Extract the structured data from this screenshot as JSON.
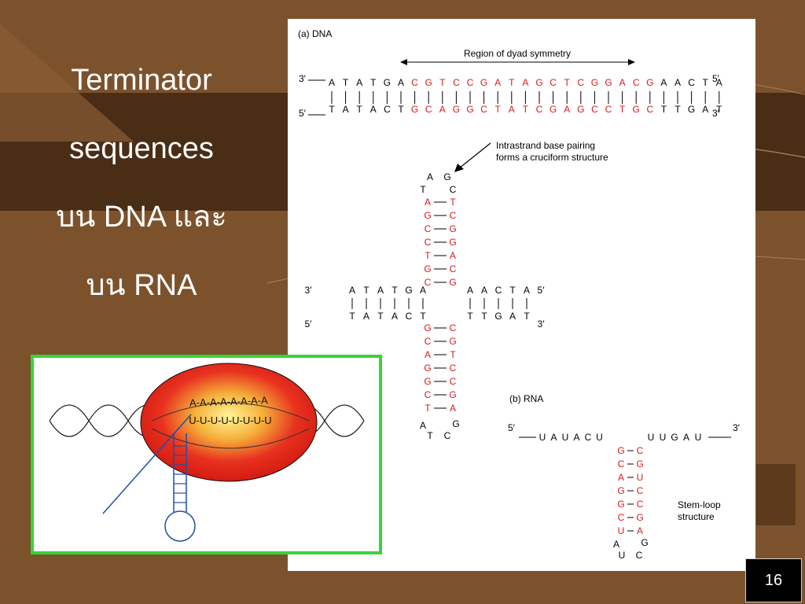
{
  "slide": {
    "title_lines": [
      "Terminator",
      "sequences",
      "บน DNA และ",
      "บน RNA"
    ],
    "page_number": "16"
  },
  "figure": {
    "dna_label": "(a) DNA",
    "dyad_label": "Region of dyad symmetry",
    "arrow_caption": [
      "Intrastrand base pairing",
      "forms a cruciform structure"
    ],
    "rna_label": "(b) RNA",
    "stem_loop_caption": [
      "Stem-loop",
      "structure"
    ],
    "top_strand": [
      "A",
      "T",
      "A",
      "T",
      "G",
      "A",
      "C",
      "G",
      "T",
      "C",
      "C",
      "G",
      "A",
      "T",
      "A",
      "G",
      "C",
      "T",
      "C",
      "G",
      "G",
      "A",
      "C",
      "G",
      "A",
      "A",
      "C",
      "T",
      "A"
    ],
    "bottom_strand": [
      "T",
      "A",
      "T",
      "A",
      "C",
      "T",
      "G",
      "C",
      "A",
      "G",
      "G",
      "C",
      "T",
      "A",
      "T",
      "C",
      "G",
      "A",
      "G",
      "C",
      "C",
      "T",
      "G",
      "C",
      "T",
      "T",
      "G",
      "A",
      "T"
    ],
    "red_range": [
      6,
      23
    ],
    "cruciform": {
      "left_top": [
        "A",
        "T",
        "A",
        "T",
        "G",
        "A"
      ],
      "left_bottom": [
        "T",
        "A",
        "T",
        "A",
        "C",
        "T"
      ],
      "right_top": [
        "A",
        "A",
        "C",
        "T",
        "A"
      ],
      "right_bottom": [
        "T",
        "T",
        "G",
        "A",
        "T"
      ],
      "up_loop": [
        "A",
        "G",
        "T",
        "C"
      ],
      "up_stem": [
        [
          "A",
          "T"
        ],
        [
          "G",
          "C"
        ],
        [
          "C",
          "G"
        ],
        [
          "C",
          "G"
        ],
        [
          "T",
          "A"
        ],
        [
          "G",
          "C"
        ],
        [
          "C",
          "G"
        ]
      ],
      "down_stem": [
        [
          "G",
          "C"
        ],
        [
          "C",
          "G"
        ],
        [
          "A",
          "T"
        ],
        [
          "G",
          "C"
        ],
        [
          "G",
          "C"
        ],
        [
          "C",
          "G"
        ],
        [
          "T",
          "A"
        ]
      ],
      "down_loop": [
        "A",
        "G",
        "T",
        "C"
      ]
    },
    "rna": {
      "left": [
        "U",
        "A",
        "U",
        "A",
        "C",
        "U"
      ],
      "right": [
        "U",
        "U",
        "G",
        "A",
        "U"
      ],
      "stem": [
        [
          "G",
          "C"
        ],
        [
          "C",
          "G"
        ],
        [
          "A",
          "U"
        ],
        [
          "G",
          "C"
        ],
        [
          "G",
          "C"
        ],
        [
          "C",
          "G"
        ],
        [
          "U",
          "A"
        ]
      ],
      "loop": [
        "A",
        "G",
        "U",
        "C"
      ]
    }
  },
  "inset": {
    "top_row": "A-A-A-A-A-A-A-A",
    "bottom_row": "U-U-U-U-U-U-U-U"
  },
  "colors": {
    "red": "#d9191c",
    "inset_border": "#37d43a",
    "background": "#7a4f2c"
  }
}
